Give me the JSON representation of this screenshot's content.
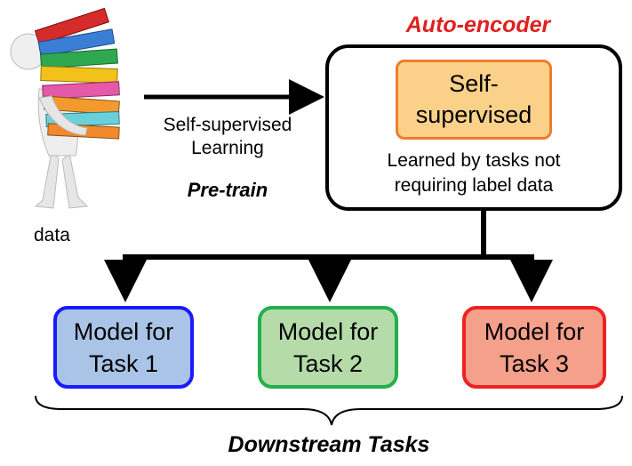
{
  "data_label": "data",
  "arrow_label": {
    "line1": "Self-supervised",
    "line2": "Learning"
  },
  "pretrain_label": "Pre-train",
  "autoencoder": {
    "title": "Auto-encoder",
    "inner_box": {
      "line1": "Self-",
      "line2": "supervised"
    },
    "description": {
      "line1": "Learned by tasks not",
      "line2": "requiring label data"
    }
  },
  "tasks": [
    {
      "line1": "Model for",
      "line2": "Task 1",
      "color": "#1a1aff",
      "fill": "#a9c4e6"
    },
    {
      "line1": "Model for",
      "line2": "Task 2",
      "color": "#22b04c",
      "fill": "#b5dba9"
    },
    {
      "line1": "Model for",
      "line2": "Task 3",
      "color": "#ee2222",
      "fill": "#f4a08b"
    }
  ],
  "downstream_label": "Downstream Tasks",
  "colors": {
    "autoencoder_title": "#e02020",
    "inner_box_border": "#ec7d31",
    "inner_box_fill": "#fbd189"
  },
  "icons": [
    "person-carrying-binders-icon"
  ]
}
